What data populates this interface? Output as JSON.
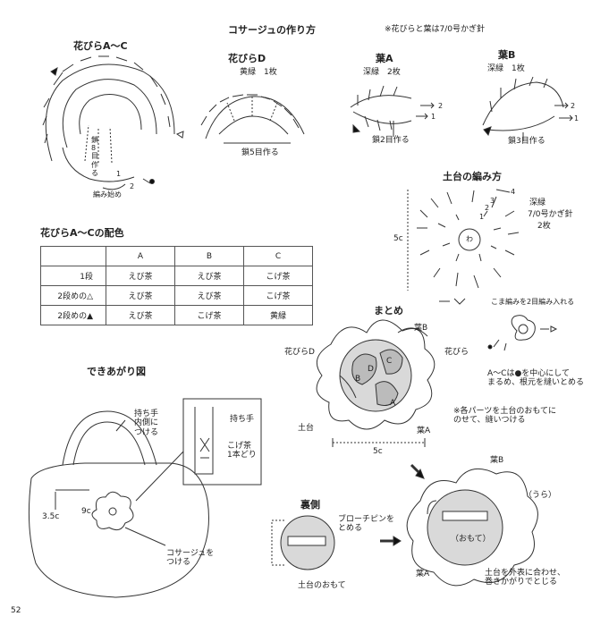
{
  "page_number": "52",
  "corsage_title": "コサージュの作り方",
  "hook_note": "※花びらと葉は7/0号かぎ針",
  "petals_ac": {
    "title": "花びらA～C",
    "chain_note": "鎖8目作る",
    "start_label": "編み始め",
    "row_1": "1",
    "row_2": "2"
  },
  "petal_d": {
    "title": "花びらD",
    "color": "黄緑　1枚",
    "chain_note": "鎖5目作る"
  },
  "leaf_a": {
    "title": "葉A",
    "color": "深緑　2枚",
    "chain_note": "鎖2目作る",
    "row_1": "1",
    "row_2": "2"
  },
  "leaf_b": {
    "title": "葉B",
    "color": "深緑　1枚",
    "chain_note": "鎖3目作る",
    "row_1": "1",
    "row_2": "2"
  },
  "base": {
    "title": "土台の編み方",
    "size": "5c",
    "color_note": "深緑",
    "hook_note": "7/0号かぎ針",
    "count_note": "2枚",
    "ring_label": "わ",
    "row_labels": [
      "1",
      "2",
      "3",
      "4"
    ],
    "symbol_note": "こま編みを2目編み入れる"
  },
  "color_table": {
    "title": "花びらA～Cの配色",
    "headers": [
      "",
      "A",
      "B",
      "C"
    ],
    "rows": [
      [
        "1段",
        "えび茶",
        "えび茶",
        "こげ茶"
      ],
      [
        "2段めの△",
        "えび茶",
        "えび茶",
        "こげ茶"
      ],
      [
        "2段めの▲",
        "えび茶",
        "こげ茶",
        "黄緑"
      ]
    ]
  },
  "assembly": {
    "title": "まとめ",
    "leaf_b": "葉B",
    "petal_d": "花びらD",
    "petals": "花びら",
    "base": "土台",
    "leaf_a": "葉A",
    "letters": [
      "A",
      "B",
      "C",
      "D"
    ],
    "size": "5c",
    "note_ac": "A～Cは●を中心にして\nまるめ、根元を縫いとめる",
    "note_parts": "※各パーツを土台のおもてに\nのせて、縫いつける"
  },
  "finished": {
    "title": "できあがり図",
    "handle_note": "持ち手\n内側に\nつける",
    "inset_handle": "持ち手",
    "inset_yarn": "こげ茶\n1本どり",
    "dim_3_5": "3.5c",
    "dim_9": "9c",
    "corsage_note": "コサージュを\nつける"
  },
  "back": {
    "title": "裏側",
    "brooch_note": "ブローチピンを\nとめる",
    "base_front": "土台のおもて",
    "leaf_b": "葉B",
    "back_label": "（うら）",
    "front_label": "（おもて）",
    "leaf_a": "葉A",
    "finish_note": "土台を外表に合わせ、\n巻きかがりでとじる"
  }
}
